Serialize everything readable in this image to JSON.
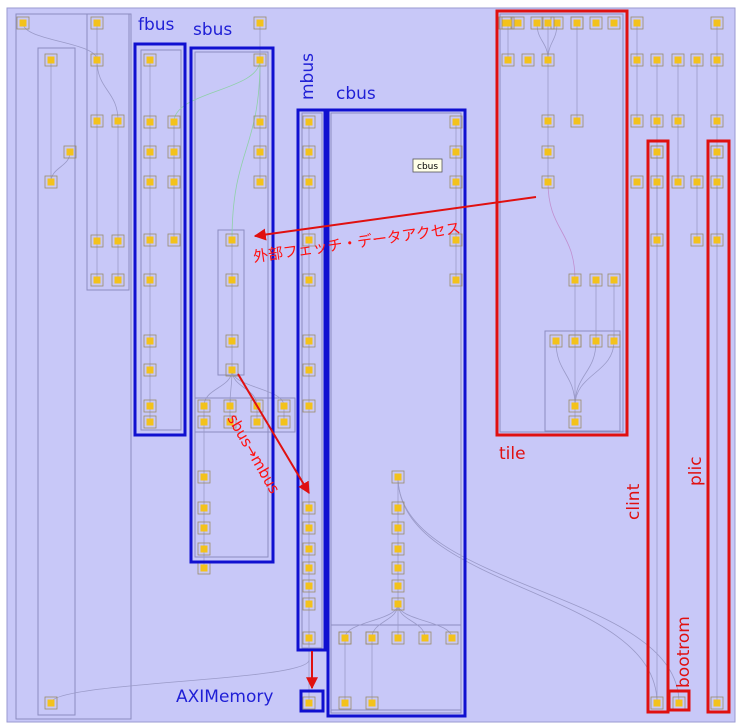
{
  "labels": {
    "fbus": "fbus",
    "sbus": "sbus",
    "mbus": "mbus",
    "cbus": "cbus",
    "tile": "tile",
    "clint": "clint",
    "plic": "plic",
    "bootrom": "bootrom",
    "axi_memory": "AXIMemory",
    "tooltip": "cbus"
  },
  "annotations": {
    "fetch_access": "外部フェッチ・データアクセス",
    "sbus_to_mbus": "sbus→mbus"
  },
  "colors": {
    "background": "#c8c8f8",
    "node_fill": "#f3c21b",
    "node_border": "#9a8c6a",
    "blue_box": "#1010d0",
    "red_box": "#e01010",
    "edge": "#9a9ac8"
  }
}
